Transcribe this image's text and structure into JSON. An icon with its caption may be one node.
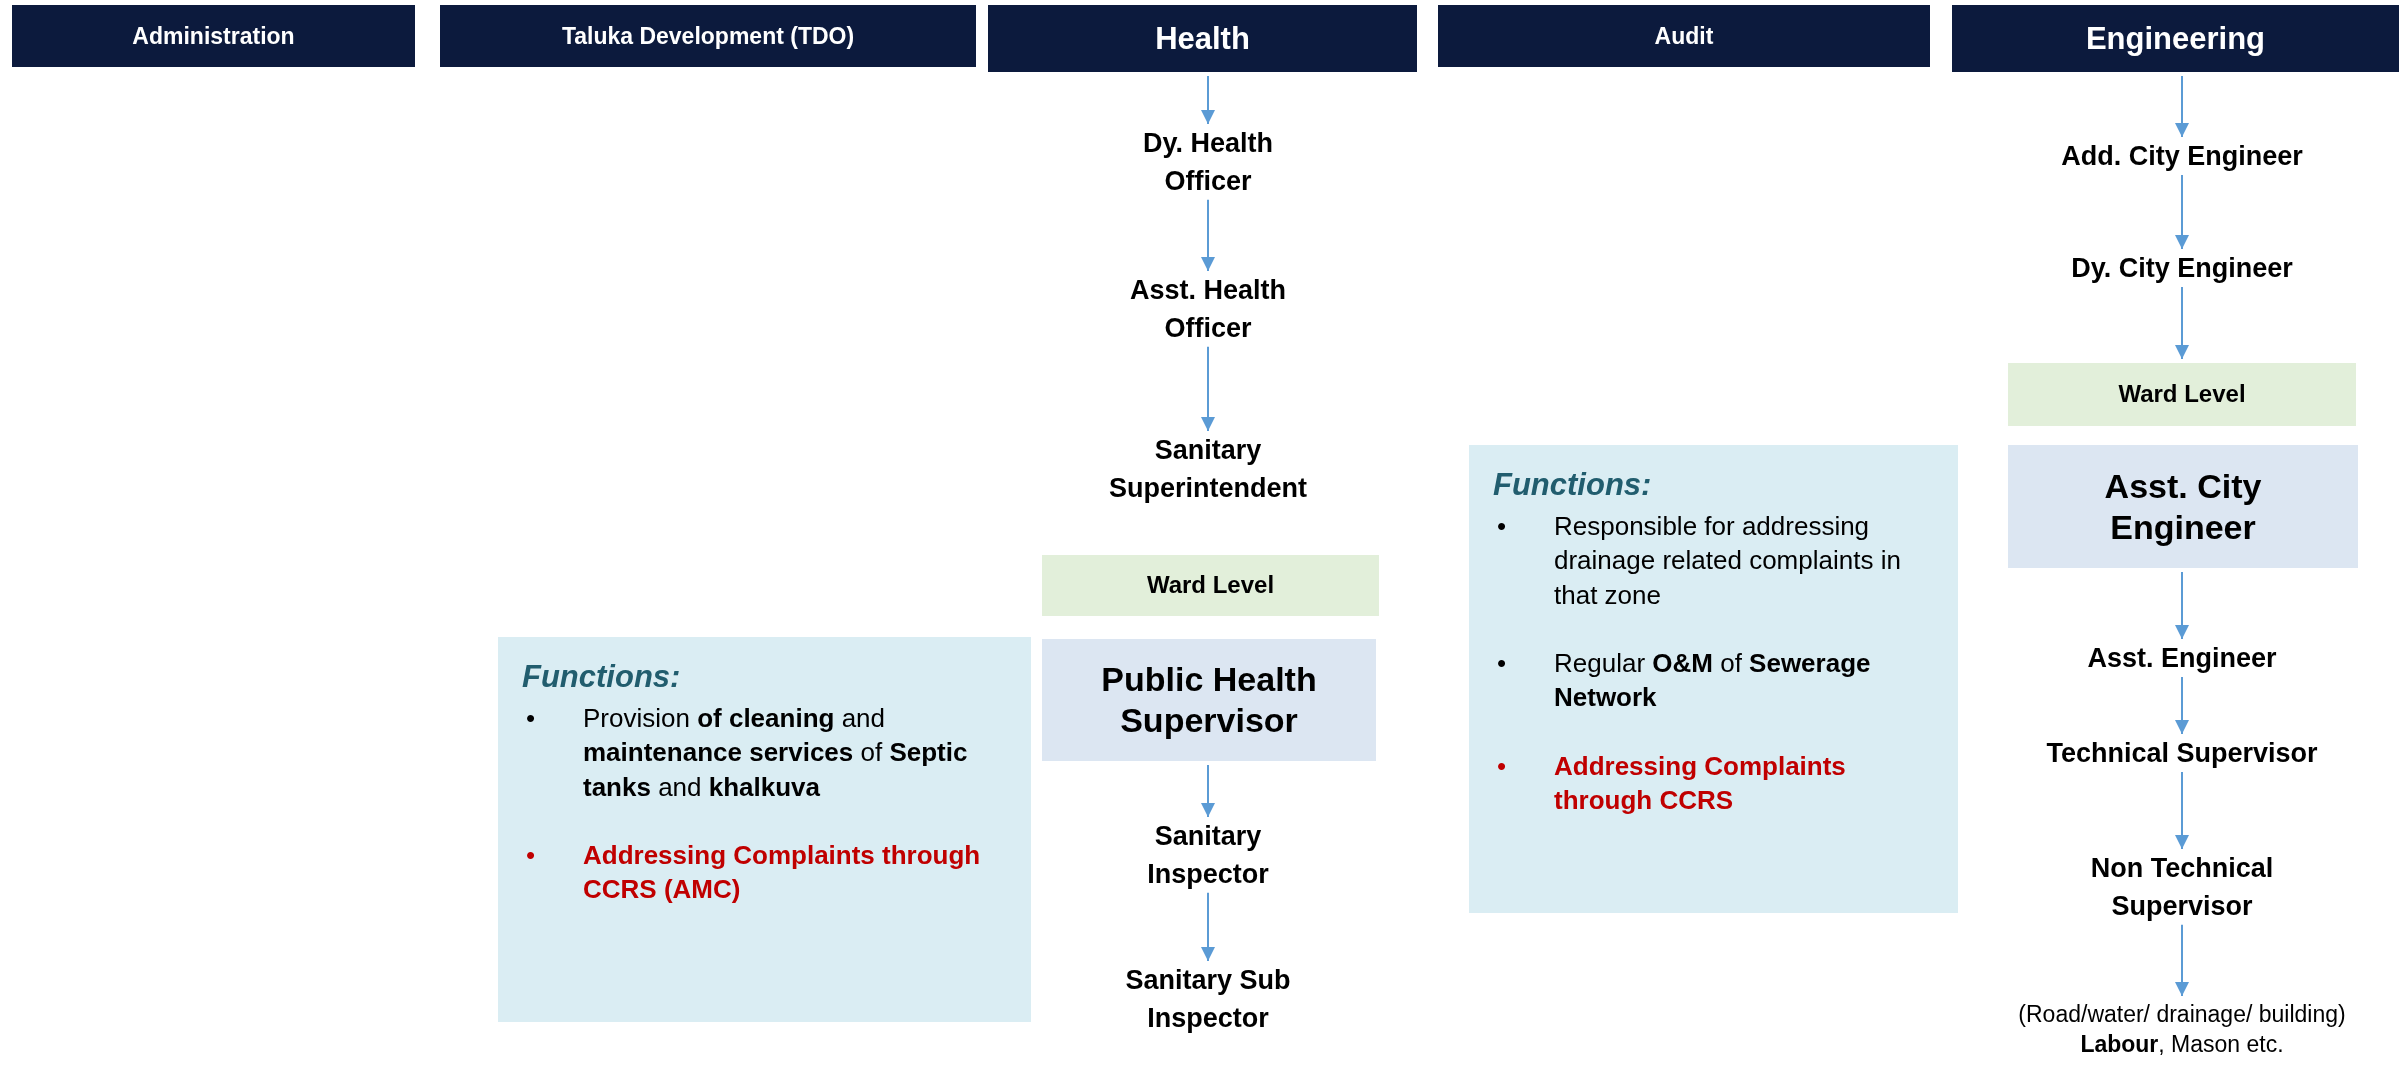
{
  "diagram": {
    "nodes": [
      {
        "text": [
          "Administration"
        ]
      },
      {
        "text": [
          "Taluka Development (TDO)"
        ]
      },
      {
        "text": [
          "Health"
        ]
      },
      {
        "text": [
          "Audit"
        ]
      },
      {
        "text": [
          "Engineering"
        ]
      },
      {
        "text": [
          "Dy. Health Officer"
        ]
      },
      {
        "text": [
          "Asst. Health Officer"
        ]
      },
      {
        "text": [
          "Sanitary Superintendent"
        ]
      },
      {
        "text": [
          "Ward Level"
        ]
      },
      {
        "text": [
          "Functions:",
          "•",
          "Provision **of cleaning** and **maintenance services** of **Septic tanks** and **khalkuva**",
          "•",
          "Addressing Complaints through CCRS (AMC)"
        ]
      },
      {
        "text": [
          "Public Health Supervisor"
        ]
      },
      {
        "text": [
          "Sanitary Inspector"
        ]
      },
      {
        "text": [
          "Sanitary Sub Inspector"
        ]
      },
      {
        "text": [
          "Add. City Engineer"
        ]
      },
      {
        "text": [
          "Dy. City Engineer"
        ]
      },
      {
        "text": [
          "Ward Level"
        ]
      },
      {
        "text": [
          "Functions:",
          "•",
          "Responsible for addressing drainage related complaints in that zone",
          "•",
          "Regular **O&M** of **Sewerage Network**",
          "•",
          "Addressing Complaints through CCRS"
        ]
      },
      {
        "text": [
          "Asst. City Engineer"
        ]
      },
      {
        "text": [
          "Asst. Engineer"
        ]
      },
      {
        "text": [
          "Technical Supervisor"
        ]
      },
      {
        "text": [
          "Non Technical Supervisor"
        ]
      },
      {
        "text": [
          "(Road/water/ drainage/ building)",
          "**Labour**, Mason etc."
        ]
      }
    ],
    "edges": [
      {
        "from": 2,
        "to": 5,
        "arrow": "to"
      },
      {
        "from": 5,
        "to": 6,
        "arrow": "to"
      },
      {
        "from": 6,
        "to": 7,
        "arrow": "to"
      },
      {
        "from": 10,
        "to": 11,
        "arrow": "to"
      },
      {
        "from": 11,
        "to": 12,
        "arrow": "to"
      },
      {
        "from": 4,
        "to": 13,
        "arrow": "to"
      },
      {
        "from": 13,
        "to": 14,
        "arrow": "to"
      },
      {
        "from": 14,
        "to": 15,
        "arrow": "to"
      },
      {
        "from": 17,
        "to": 18,
        "arrow": "to"
      },
      {
        "from": 18,
        "to": 19,
        "arrow": "to"
      },
      {
        "from": 19,
        "to": 20,
        "arrow": "to"
      },
      {
        "from": 20,
        "to": 21,
        "arrow": "to"
      }
    ]
  }
}
